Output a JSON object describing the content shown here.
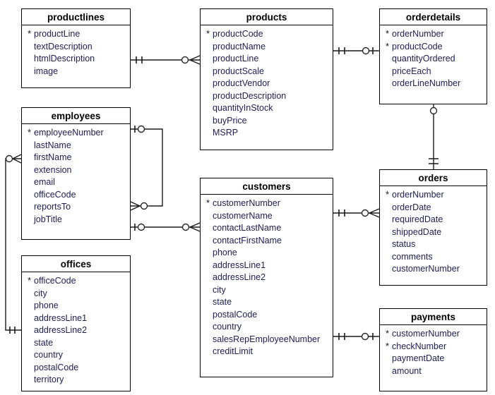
{
  "pk_marker": "*",
  "colors": {
    "background": "#ffffff",
    "box_border": "#000000",
    "title_text": "#000000",
    "field_text": "#202057",
    "connector": "#1a1a1a"
  },
  "tables": {
    "productlines": {
      "name": "productlines",
      "fields": [
        {
          "pk": true,
          "label": "productLine"
        },
        {
          "pk": false,
          "label": "textDescription"
        },
        {
          "pk": false,
          "label": "htmlDescription"
        },
        {
          "pk": false,
          "label": "image"
        }
      ]
    },
    "products": {
      "name": "products",
      "fields": [
        {
          "pk": true,
          "label": "productCode"
        },
        {
          "pk": false,
          "label": "productName"
        },
        {
          "pk": false,
          "label": "productLine"
        },
        {
          "pk": false,
          "label": "productScale"
        },
        {
          "pk": false,
          "label": "productVendor"
        },
        {
          "pk": false,
          "label": "productDescription"
        },
        {
          "pk": false,
          "label": "quantityInStock"
        },
        {
          "pk": false,
          "label": "buyPrice"
        },
        {
          "pk": false,
          "label": "MSRP"
        }
      ]
    },
    "orderdetails": {
      "name": "orderdetails",
      "fields": [
        {
          "pk": true,
          "label": "orderNumber"
        },
        {
          "pk": true,
          "label": "productCode"
        },
        {
          "pk": false,
          "label": "quantityOrdered"
        },
        {
          "pk": false,
          "label": "priceEach"
        },
        {
          "pk": false,
          "label": "orderLineNumber"
        }
      ]
    },
    "employees": {
      "name": "employees",
      "fields": [
        {
          "pk": true,
          "label": "employeeNumber"
        },
        {
          "pk": false,
          "label": "lastName"
        },
        {
          "pk": false,
          "label": "firstName"
        },
        {
          "pk": false,
          "label": "extension"
        },
        {
          "pk": false,
          "label": "email"
        },
        {
          "pk": false,
          "label": "officeCode"
        },
        {
          "pk": false,
          "label": "reportsTo"
        },
        {
          "pk": false,
          "label": "jobTitle"
        }
      ]
    },
    "customers": {
      "name": "customers",
      "fields": [
        {
          "pk": true,
          "label": "customerNumber"
        },
        {
          "pk": false,
          "label": "customerName"
        },
        {
          "pk": false,
          "label": "contactLastName"
        },
        {
          "pk": false,
          "label": "contactFirstName"
        },
        {
          "pk": false,
          "label": "phone"
        },
        {
          "pk": false,
          "label": "addressLine1"
        },
        {
          "pk": false,
          "label": "addressLine2"
        },
        {
          "pk": false,
          "label": "city"
        },
        {
          "pk": false,
          "label": "state"
        },
        {
          "pk": false,
          "label": "postalCode"
        },
        {
          "pk": false,
          "label": "country"
        },
        {
          "pk": false,
          "label": "salesRepEmployeeNumber"
        },
        {
          "pk": false,
          "label": "creditLimit"
        }
      ]
    },
    "orders": {
      "name": "orders",
      "fields": [
        {
          "pk": true,
          "label": "orderNumber"
        },
        {
          "pk": false,
          "label": "orderDate"
        },
        {
          "pk": false,
          "label": "requiredDate"
        },
        {
          "pk": false,
          "label": "shippedDate"
        },
        {
          "pk": false,
          "label": "status"
        },
        {
          "pk": false,
          "label": "comments"
        },
        {
          "pk": false,
          "label": "customerNumber"
        }
      ]
    },
    "offices": {
      "name": "offices",
      "fields": [
        {
          "pk": true,
          "label": "officeCode"
        },
        {
          "pk": false,
          "label": "city"
        },
        {
          "pk": false,
          "label": "phone"
        },
        {
          "pk": false,
          "label": "addressLine1"
        },
        {
          "pk": false,
          "label": "addressLine2"
        },
        {
          "pk": false,
          "label": "state"
        },
        {
          "pk": false,
          "label": "country"
        },
        {
          "pk": false,
          "label": "postalCode"
        },
        {
          "pk": false,
          "label": "territory"
        }
      ]
    },
    "payments": {
      "name": "payments",
      "fields": [
        {
          "pk": true,
          "label": "customerNumber"
        },
        {
          "pk": true,
          "label": "checkNumber"
        },
        {
          "pk": false,
          "label": "paymentDate"
        },
        {
          "pk": false,
          "label": "amount"
        }
      ]
    }
  },
  "relationships": [
    {
      "from": "productlines",
      "to": "products",
      "from_cardinality": "one-and-only-one",
      "to_cardinality": "zero-or-many"
    },
    {
      "from": "products",
      "to": "orderdetails",
      "from_cardinality": "one-and-only-one",
      "to_cardinality": "zero-or-one"
    },
    {
      "from": "orders",
      "to": "orderdetails",
      "from_cardinality": "one-and-only-one",
      "to_cardinality": "zero-or-one"
    },
    {
      "from": "customers",
      "to": "orders",
      "from_cardinality": "one-and-only-one",
      "to_cardinality": "zero-or-many"
    },
    {
      "from": "customers",
      "to": "payments",
      "from_cardinality": "one-and-only-one",
      "to_cardinality": "zero-or-one"
    },
    {
      "from": "employees",
      "to": "customers",
      "from_cardinality": "zero-or-one",
      "to_cardinality": "zero-or-many"
    },
    {
      "from": "employees",
      "to": "employees",
      "from_cardinality": "zero-or-one",
      "to_cardinality": "zero-or-many"
    },
    {
      "from": "offices",
      "to": "employees",
      "from_cardinality": "one-and-only-one",
      "to_cardinality": "zero-or-many"
    }
  ]
}
